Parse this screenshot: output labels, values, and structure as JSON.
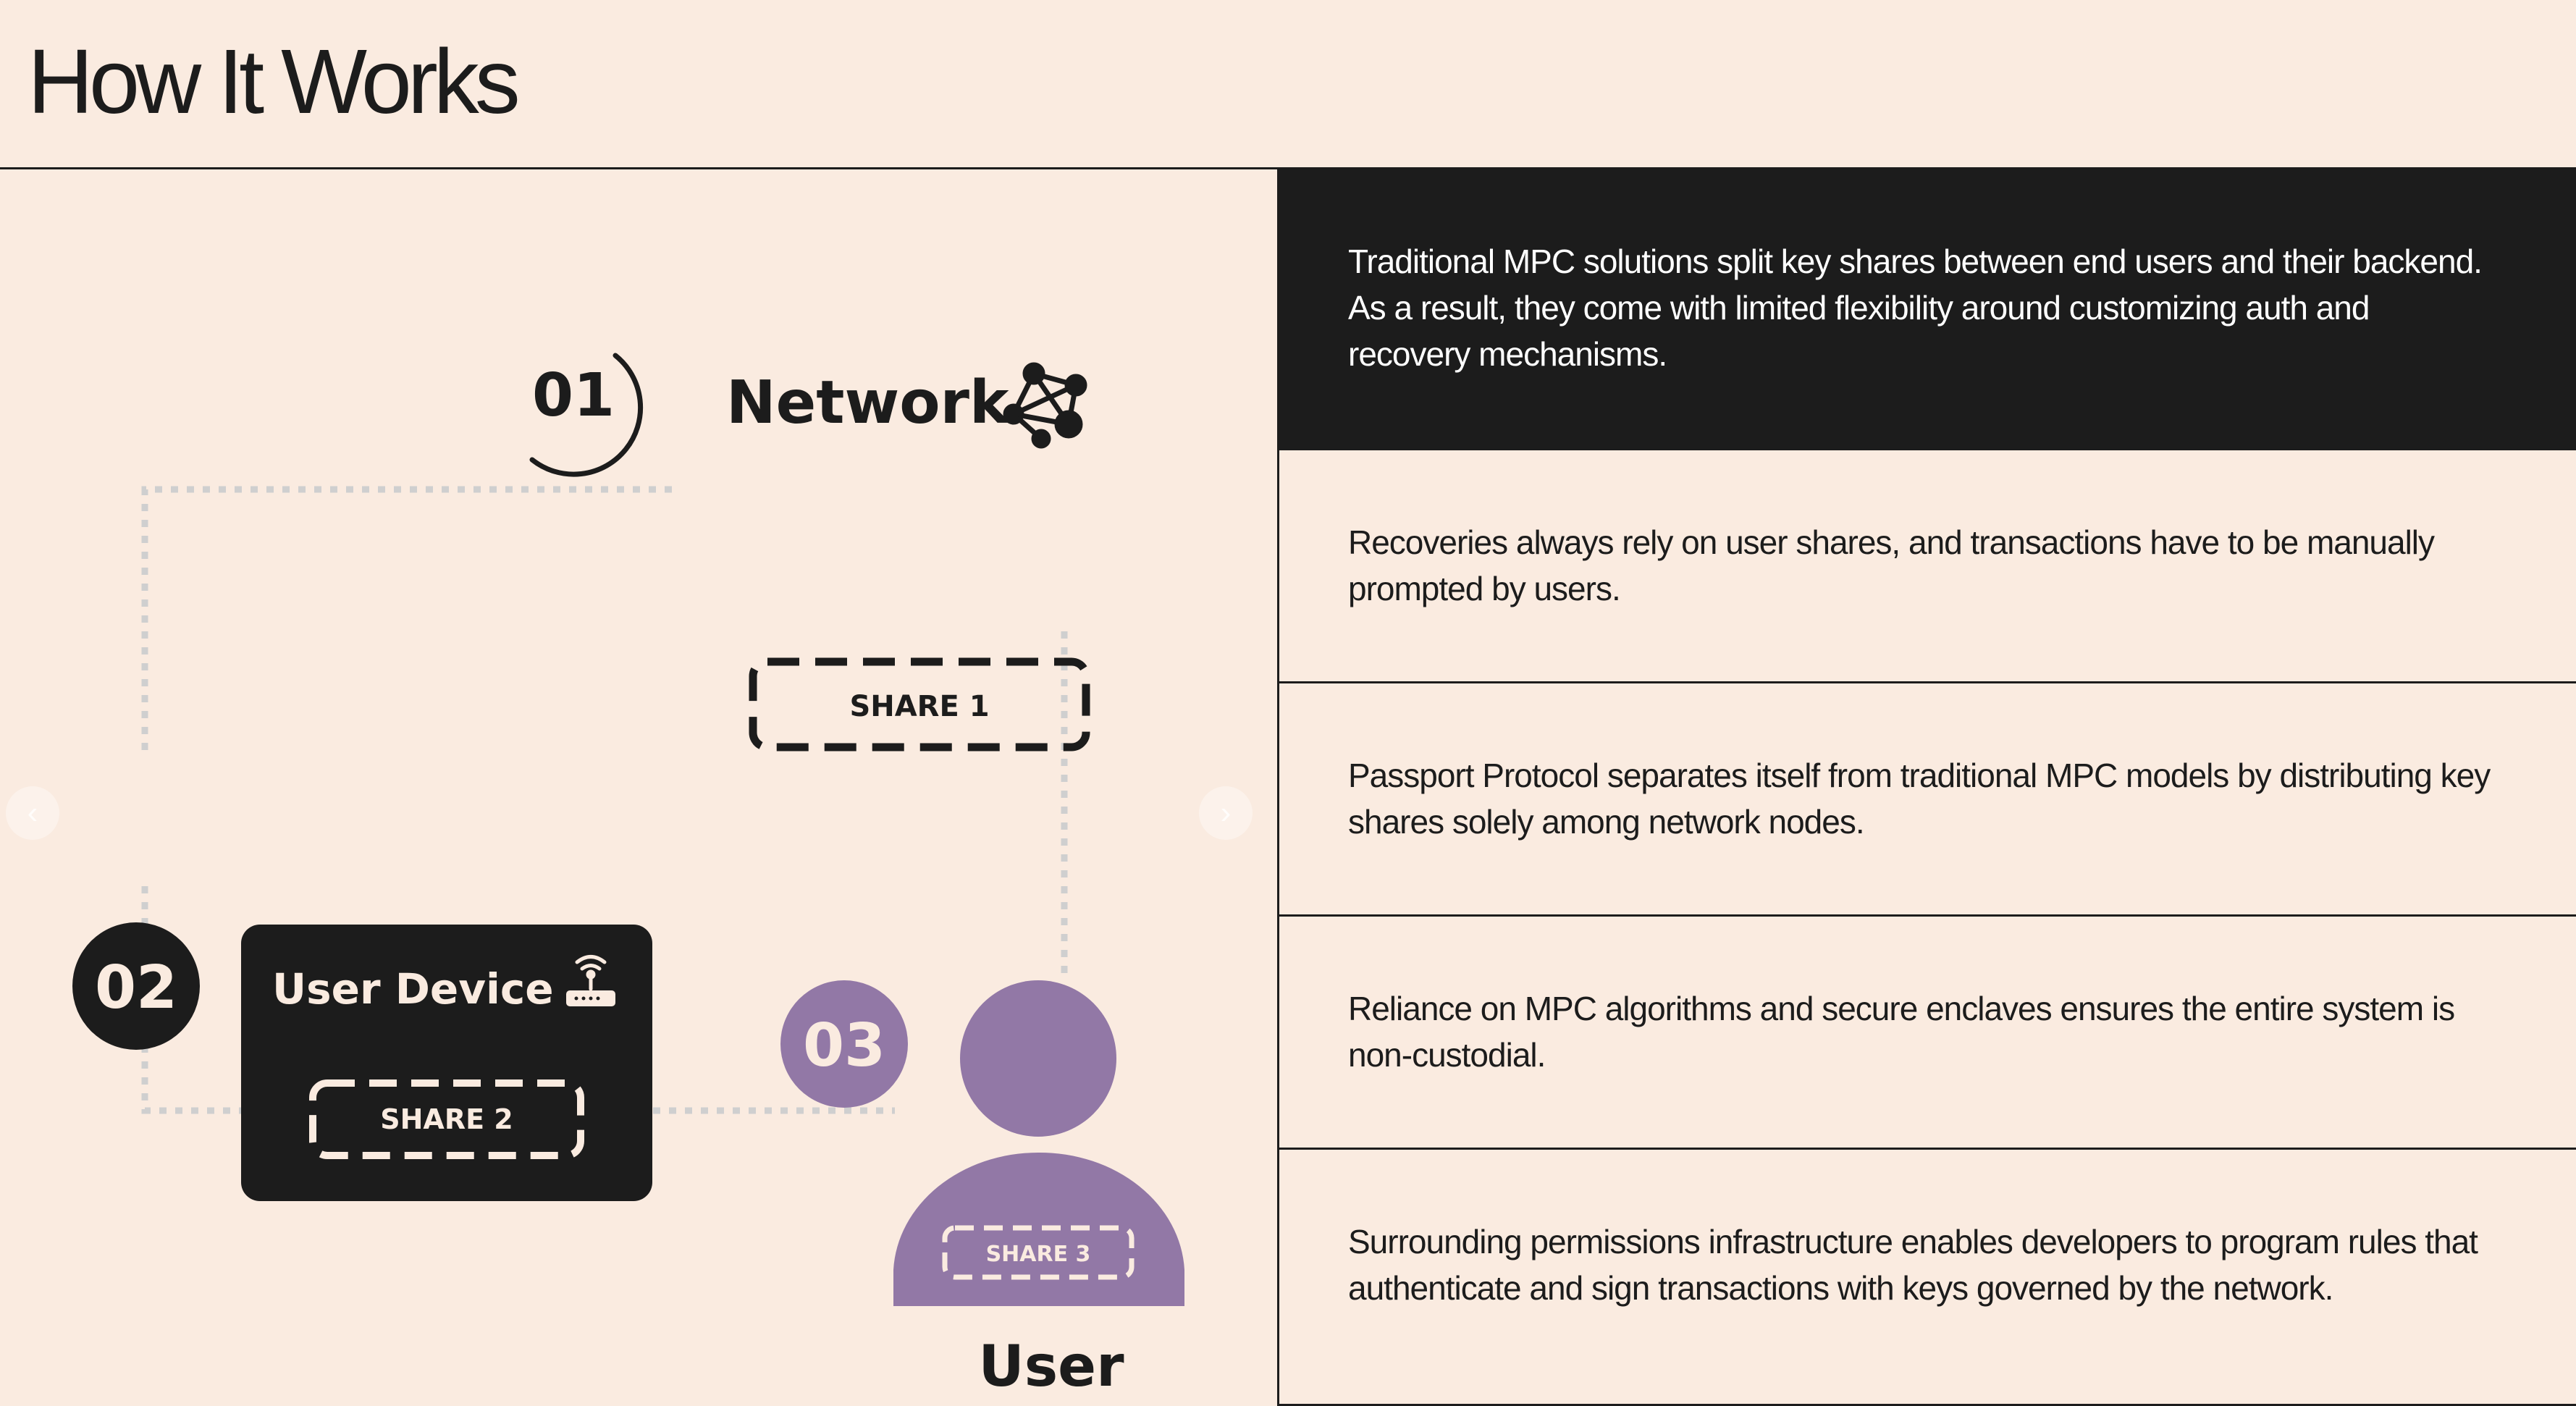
{
  "header": {
    "title": "How It Works"
  },
  "diagram": {
    "network": {
      "number": "01",
      "label": "Network",
      "icon": "network-nodes-icon",
      "share": "SHARE 1"
    },
    "device": {
      "number": "02",
      "label": "User Device",
      "icon": "wifi-router-icon",
      "share": "SHARE 2"
    },
    "user": {
      "number": "03",
      "label": "User",
      "icon": "user-silhouette-icon",
      "share": "SHARE 3"
    },
    "colors": {
      "dark": "#1c1c1c",
      "purple": "#9278a6",
      "background": "#faebe0",
      "connector": "#cfcfcf"
    }
  },
  "features": [
    {
      "text": "Traditional MPC solutions split key shares between end users and their backend. As a result, they come with limited flexibility around customizing auth and recovery mechanisms."
    },
    {
      "text": "Recoveries always rely on user shares, and transactions have to be manually prompted by users."
    },
    {
      "text": "Passport Protocol separates itself from traditional MPC models by distributing key shares solely among network nodes."
    },
    {
      "text": "Reliance on MPC algorithms and secure enclaves ensures the entire system is non-custodial."
    },
    {
      "text": "Surrounding permissions infrastructure enables developers to program rules that authenticate and sign transactions with keys governed by the network."
    }
  ],
  "carousel": {
    "prev_icon": "chevron-left-icon",
    "next_icon": "chevron-right-icon"
  }
}
